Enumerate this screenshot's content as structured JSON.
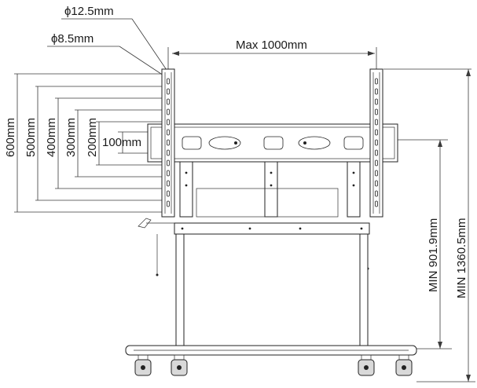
{
  "dimensions": {
    "hole_large": "ϕ12.5mm",
    "hole_small": "ϕ8.5mm",
    "max_width": "Max 1000mm",
    "vesa_heights": [
      "600mm",
      "500mm",
      "400mm",
      "300mm",
      "200mm",
      "100mm"
    ],
    "min_height_bracket": "MIN 901.9mm",
    "min_height_total": "MIN 1360.5mm"
  },
  "colors": {
    "line": "#222222",
    "dimension": "#3a3a3a",
    "background": "#ffffff"
  }
}
